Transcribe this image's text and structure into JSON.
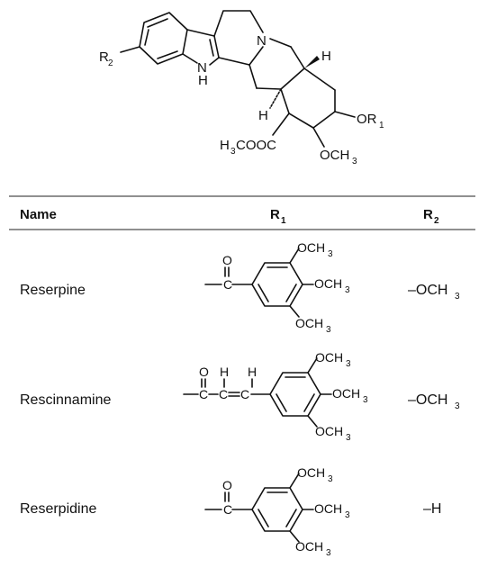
{
  "core": {
    "r2": "R",
    "r2_sub": "2",
    "nh_n": "N",
    "nh_h": "H",
    "amine_n": "N",
    "h_right": "H",
    "h_left": "H",
    "or_o": "OR",
    "or_sub": "1",
    "ester_h": "H",
    "ester_sub": "3",
    "ester_rest": "COOC",
    "ome_pre": "OCH",
    "ome_sub": "3"
  },
  "table": {
    "col_name": "Name",
    "col_r1": "R",
    "col_r1_sub": "1",
    "col_r2": "R",
    "col_r2_sub": "2"
  },
  "rows": [
    {
      "name": "Reserpine",
      "r2_pre": "–OCH",
      "r2_sub": "3"
    },
    {
      "name": "Rescinnamine",
      "r2_pre": "–OCH",
      "r2_sub": "3"
    },
    {
      "name": "Reserpidine",
      "r2_pre": "–H",
      "r2_sub": ""
    }
  ],
  "groups": {
    "o": "O",
    "c": "C",
    "h": "H",
    "och": "OCH",
    "sub3": "3"
  }
}
